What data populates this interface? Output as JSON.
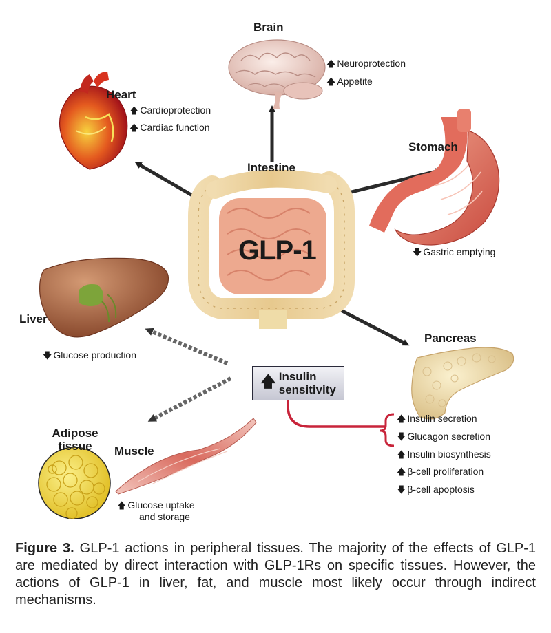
{
  "diagram": {
    "center_label": "GLP-1",
    "intestine_label": "Intestine",
    "brain": {
      "name": "Brain",
      "effects": [
        {
          "dir": "up",
          "text": "Neuroprotection"
        },
        {
          "dir": "up",
          "text": "Appetite"
        }
      ]
    },
    "heart": {
      "name": "Heart",
      "effects": [
        {
          "dir": "up",
          "text": "Cardioprotection"
        },
        {
          "dir": "up",
          "text": "Cardiac function"
        }
      ]
    },
    "stomach": {
      "name": "Stomach",
      "effects": [
        {
          "dir": "down",
          "text": "Gastric emptying"
        }
      ]
    },
    "liver": {
      "name": "Liver",
      "effects": [
        {
          "dir": "down",
          "text": "Glucose production"
        }
      ]
    },
    "pancreas": {
      "name": "Pancreas",
      "effects": [
        {
          "dir": "up",
          "text": "Insulin secretion"
        },
        {
          "dir": "down",
          "text": "Glucagon secretion"
        },
        {
          "dir": "up",
          "text": "Insulin biosynthesis"
        },
        {
          "dir": "up",
          "text": "β-cell proliferation"
        },
        {
          "dir": "down",
          "text": "β-cell apoptosis"
        }
      ]
    },
    "adipose": {
      "name_line1": "Adipose",
      "name_line2": "tissue"
    },
    "muscle": {
      "name": "Muscle",
      "effect_line1": "Glucose uptake",
      "effect_line2": "and storage",
      "effect_dir": "up"
    },
    "insulin_box": {
      "dir": "up",
      "line1": "Insulin",
      "line2": "sensitivity"
    },
    "colors": {
      "direct_arrow": "#1e1e1e",
      "indirect_arrow": "#555555",
      "feedback_arrow": "#c8243a",
      "intestine": "#e8a58a",
      "stomach": "#d9675a",
      "liver": "#9a5a3a",
      "pancreas": "#f0dfb0",
      "fat": "#f2dd3c"
    }
  },
  "caption": {
    "lead": "Figure 3.",
    "text": "GLP-1 actions in peripheral tissues. The majority of the effects of GLP-1 are mediated by direct interaction with GLP-1Rs on specific tissues. However, the actions of GLP-1 in liver, fat, and muscle most likely occur through indirect mechanisms."
  }
}
